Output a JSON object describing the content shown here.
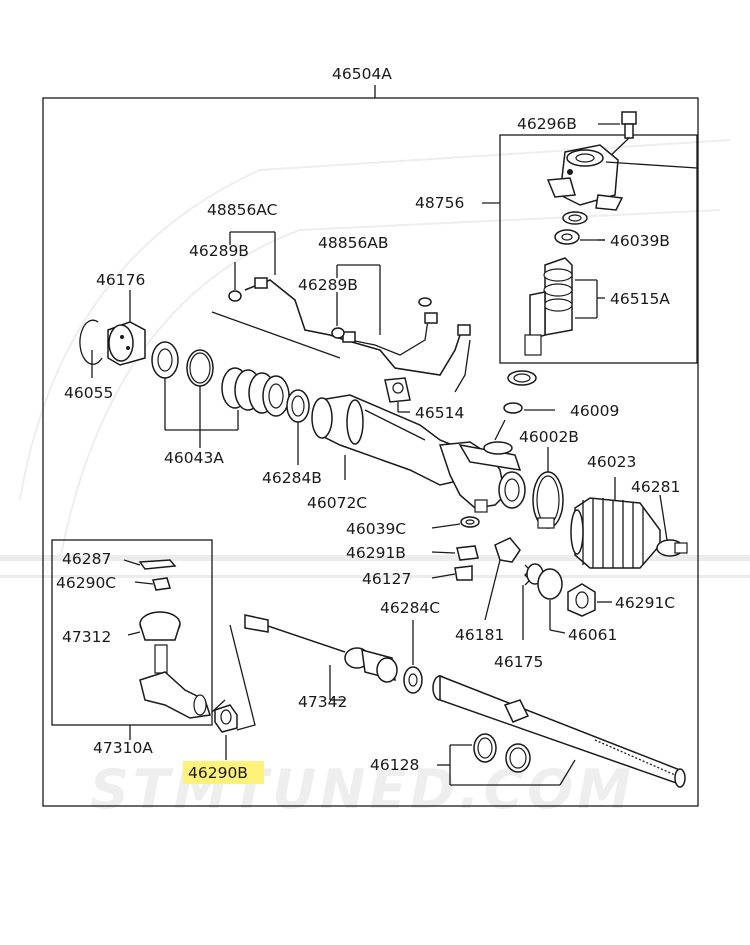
{
  "watermark": {
    "text": "STMTUNED.COM"
  },
  "colors": {
    "line": "#1a1a1a",
    "highlight": "#fff27a",
    "background": "#ffffff",
    "watermark": "#ececec"
  },
  "parts": {
    "p46504A": "46504A",
    "p46296B": "46296B",
    "p48756": "48756",
    "p46039B": "46039B",
    "p46515A": "46515A",
    "p48856AC": "48856AC",
    "p46289B_a": "46289B",
    "p48856AB": "48856AB",
    "p46289B_b": "46289B",
    "p46176": "46176",
    "p46055": "46055",
    "p46043A": "46043A",
    "p46514": "46514",
    "p46009": "46009",
    "p46002B": "46002B",
    "p46023": "46023",
    "p46281": "46281",
    "p46284B": "46284B",
    "p46072C": "46072C",
    "p46039C": "46039C",
    "p46291B": "46291B",
    "p46127": "46127",
    "p46287": "46287",
    "p46290C": "46290C",
    "p47312": "47312",
    "p46284C": "46284C",
    "p46291C": "46291C",
    "p46181": "46181",
    "p46061": "46061",
    "p46175": "46175",
    "p47342": "47342",
    "p47310A": "47310A",
    "p46128": "46128",
    "p46290B": "46290B"
  },
  "highlighted_part": "46290B"
}
